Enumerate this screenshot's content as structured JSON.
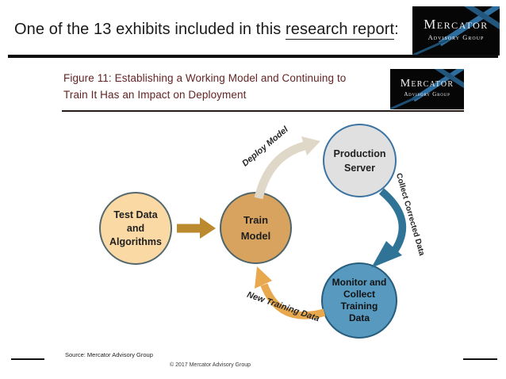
{
  "header": {
    "title_prefix": "One of the 13 exhibits included in this ",
    "title_link": "research report",
    "title_suffix": ":"
  },
  "logo": {
    "line1": "Mercator",
    "line2": "Advisory Group",
    "bg_color": "#060606",
    "accent_blue": "#2E6E9E"
  },
  "figure": {
    "title_line1": "Figure 11: Establishing a Working Model and Continuing to",
    "title_line2": "Train It Has an Impact on Deployment",
    "title_color": "#632423"
  },
  "diagram": {
    "nodes": {
      "test_data": {
        "label": "Test Data\nand\nAlgorithms",
        "fill": "#FAD9A5",
        "border": "#55696D"
      },
      "train_model": {
        "label": "Train\nModel",
        "fill": "#D7A35F",
        "border": "#4F6468"
      },
      "production_server": {
        "label": "Production\nServer",
        "fill": "#E0E0E0",
        "border": "#3B74A3"
      },
      "monitor": {
        "label": "Monitor and\nCollect\nTraining\nData",
        "fill": "#5799BF",
        "border": "#275D7C"
      }
    },
    "arrows": {
      "feed": {
        "label": "",
        "from": "test_data",
        "to": "train_model",
        "color": "#BC8A2E"
      },
      "deploy_model": {
        "label": "Deploy Model",
        "from": "train_model",
        "to": "production_server",
        "color": "#DFD8C8"
      },
      "collect_corrected": {
        "label": "Collect Corrected Data",
        "from": "production_server",
        "to": "monitor",
        "color": "#2F7396"
      },
      "new_training": {
        "label": "New Training Data",
        "from": "monitor",
        "to": "train_model",
        "color": "#E8A84D"
      }
    }
  },
  "footer": {
    "source": "Source: Mercator Advisory Group",
    "copyright": "© 2017 Mercator Advisory Group"
  }
}
